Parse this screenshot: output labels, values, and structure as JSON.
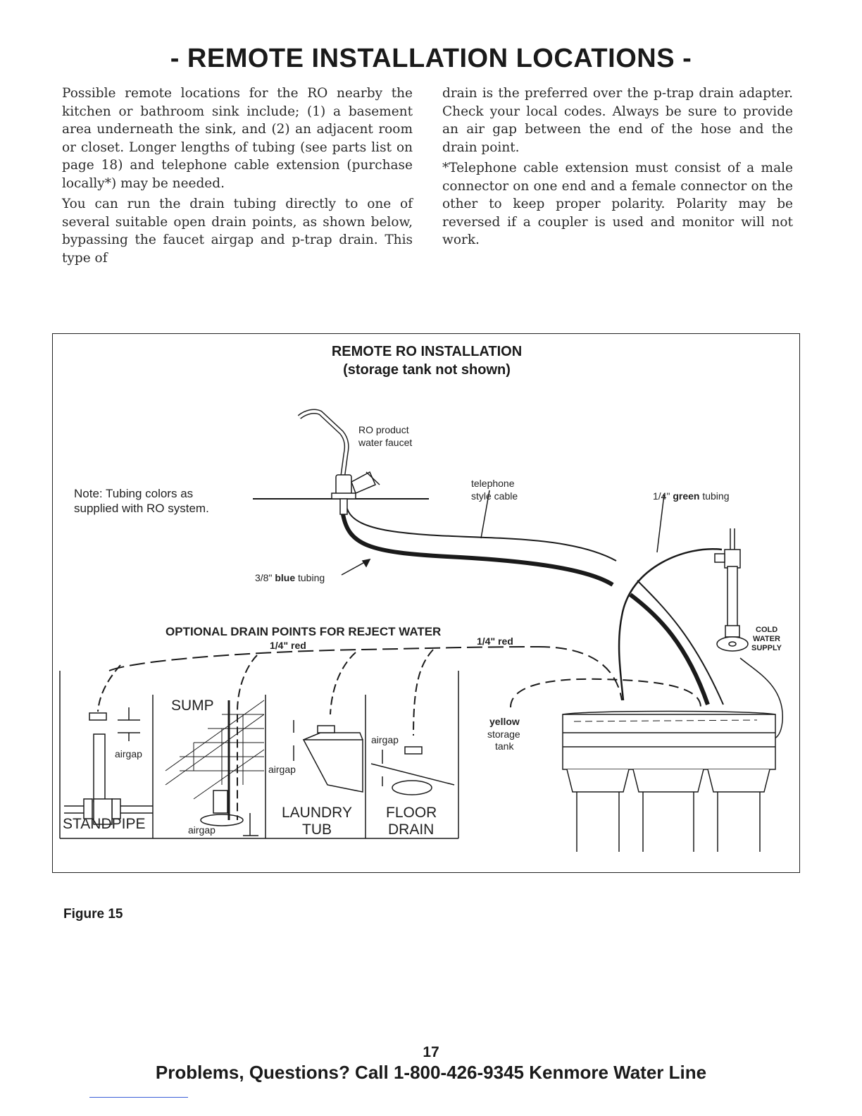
{
  "page": {
    "title": "- REMOTE INSTALLATION LOCATIONS -",
    "left_column": [
      "Possible remote locations for the RO nearby the kitchen or bathroom sink include; (1) a basement area underneath the sink, and (2) an adjacent room or closet. Longer lengths of tubing (see parts list on page 18) and telephone cable extension (purchase locally*) may be needed.",
      "You can run the drain tubing directly to one of several suitable open drain points, as shown below, bypassing the faucet airgap and p-trap drain. This type of"
    ],
    "right_column": [
      "drain is the preferred over the p-trap drain adapter. Check your local codes. Always be sure to provide an air gap between the end of the hose and the drain point.",
      "*Telephone cable extension must consist of a male connector on one end and a female connector on the other to keep proper polarity. Polarity may be reversed if a coupler is used and monitor will not work."
    ]
  },
  "figure": {
    "title_line1": "REMOTE RO INSTALLATION",
    "title_line2": "(storage tank not shown)",
    "note_line1": "Note: Tubing colors as",
    "note_line2": "supplied with RO system.",
    "faucet_line1": "RO product",
    "faucet_line2": "water faucet",
    "phone_line1": "telephone",
    "phone_line2": "style cable",
    "green_prefix": "1/4\"",
    "green_bold": "green",
    "green_suffix": "tubing",
    "blue_prefix": "3/8\"",
    "blue_bold": "blue",
    "blue_suffix": "tubing",
    "optional_drain": "OPTIONAL DRAIN POINTS FOR REJECT WATER",
    "red_left": "1/4\" red",
    "red_right": "1/4\" red",
    "cold_water_1": "COLD",
    "cold_water_2": "WATER",
    "cold_water_3": "SUPPLY",
    "tank_bold": "yellow",
    "tank_line2": "storage",
    "tank_line3": "tank",
    "sump": "SUMP",
    "airgap_standpipe": "airgap",
    "airgap_sump": "airgap",
    "airgap_laundry": "airgap",
    "airgap_floor": "airgap",
    "standpipe": "STANDPIPE",
    "laundry_1": "LAUNDRY",
    "laundry_2": "TUB",
    "floor_1": "FLOOR",
    "floor_2": "DRAIN",
    "caption": "Figure 15"
  },
  "footer": {
    "page_number": "17",
    "help_line": "Problems, Questions? Call 1-800-426-9345 Kenmore Water Line"
  }
}
